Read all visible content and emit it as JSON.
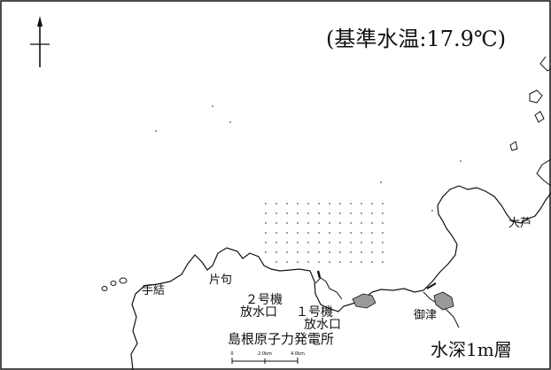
{
  "figure": {
    "reference_temperature": "(基準水温:17.9℃)",
    "depth_layer": "水深1m層"
  },
  "places": {
    "tejui": "手結",
    "kataku": "片句",
    "oashi": "大芦",
    "mitsu": "御津"
  },
  "outlets": {
    "unit2_line1": "２号機",
    "unit2_line2": "放水口",
    "unit1_line1": "１号機",
    "unit1_line2": "放水口"
  },
  "plant": "島根原子力発電所",
  "scale_bar": {
    "ticks": [
      "0",
      "2.0km",
      "4.0km"
    ]
  },
  "colors": {
    "ink": "#111111",
    "grid_dot": "#555555",
    "land_fill": "#ffffff",
    "shaded_area": "#9a9a9a"
  }
}
